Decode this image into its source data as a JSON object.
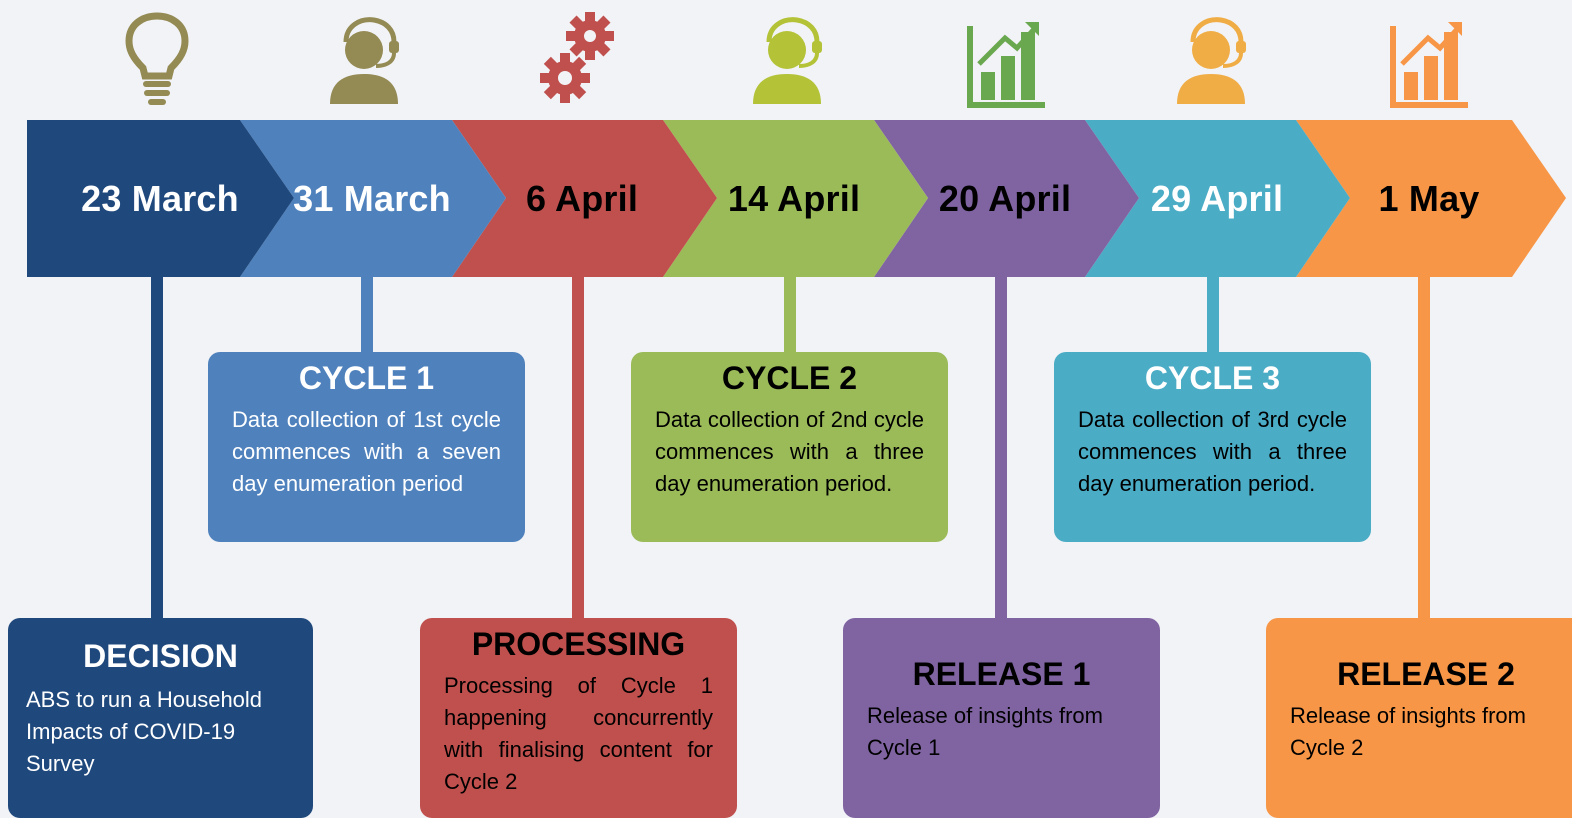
{
  "colors": {
    "navy": "#1f487c",
    "blue": "#4f81bd",
    "red": "#c0504d",
    "green": "#9bbb59",
    "purple": "#8064a2",
    "teal": "#4bacc6",
    "orange": "#f79646",
    "olive_icon": "#948a54",
    "lime_icon": "#b3c236",
    "gold_icon": "#f0ad45",
    "bar_green_icon": "#6aa84f"
  },
  "timeline": {
    "dates": [
      {
        "label": "23 March",
        "color": "navy",
        "text_color": "#ffffff"
      },
      {
        "label": "31 March",
        "color": "blue",
        "text_color": "#ffffff"
      },
      {
        "label": "6 April",
        "color": "red",
        "text_color": "#000000"
      },
      {
        "label": "14 April",
        "color": "green",
        "text_color": "#000000"
      },
      {
        "label": "20 April",
        "color": "purple",
        "text_color": "#000000"
      },
      {
        "label": "29 April",
        "color": "teal",
        "text_color": "#ffffff"
      },
      {
        "label": "1 May",
        "color": "orange",
        "text_color": "#000000"
      }
    ],
    "icons": [
      "lightbulb-icon",
      "headset-person-icon",
      "gears-icon",
      "headset-person-icon",
      "bar-chart-icon",
      "headset-person-icon",
      "bar-chart-icon"
    ]
  },
  "cards": {
    "cycle1": {
      "title": "CYCLE 1",
      "body": "Data collection of 1st cycle commences with a seven day enumeration period"
    },
    "cycle2": {
      "title": "CYCLE 2",
      "body": "Data collection of 2nd cycle commences with a three day enumeration period."
    },
    "cycle3": {
      "title": "CYCLE 3",
      "body": "Data collection of 3rd cycle commences with a three day enumeration period."
    },
    "decision": {
      "title": "DECISION",
      "body": "ABS to run a Household Impacts of COVID-19 Survey"
    },
    "processing": {
      "title": "PROCESSING",
      "body": "Processing of Cycle 1 happening concurrently with finalising content for Cycle 2"
    },
    "release1": {
      "title": "RELEASE 1",
      "body": "Release of insights from Cycle 1"
    },
    "release2": {
      "title": "RELEASE 2",
      "body": "Release of insights from Cycle 2"
    }
  }
}
